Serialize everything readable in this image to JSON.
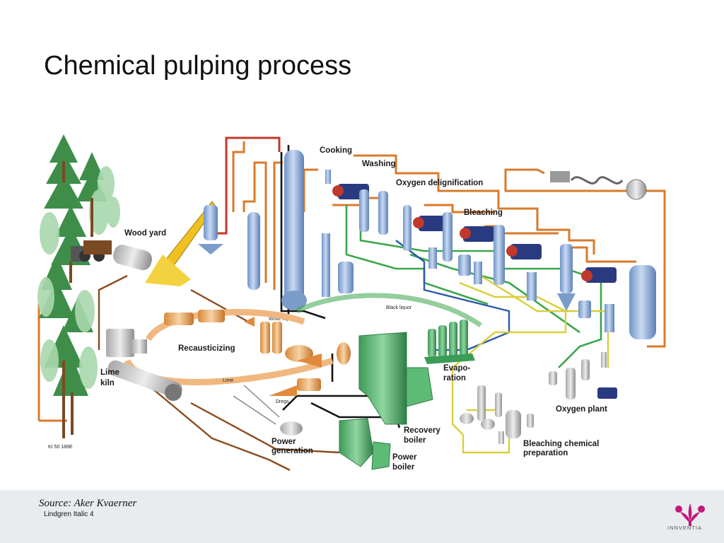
{
  "title": "Chemical pulping process",
  "diagram": {
    "labels": {
      "cooking": "Cooking",
      "washing": "Washing",
      "oxygen_delignification": "Oxygen delignification",
      "bleaching": "Bleaching",
      "wood_yard": "Wood yard",
      "white_liquor": "White liquor",
      "black_liquor": "Black liquor",
      "recausticizing": "Recausticizing",
      "lime_kiln_1": "Lime",
      "lime_kiln_2": "kiln",
      "lime": "Lime",
      "dregs": "Dregs",
      "evaporation_1": "Evapo-",
      "evaporation_2": "ration",
      "oxygen_plant": "Oxygen plant",
      "recovery_boiler_1": "Recovery",
      "recovery_boiler_2": "boiler",
      "power_generation_1": "Power",
      "power_generation_2": "generation",
      "power_boiler_1": "Power",
      "power_boiler_2": "boiler",
      "bleaching_chem_1": "Bleaching chemical",
      "bleaching_chem_2": "preparation",
      "code": "KI 50 186E"
    },
    "colors": {
      "orange": "#d97a2a",
      "red": "#c0392b",
      "black": "#111111",
      "green": "#3aa64a",
      "blue": "#2a5aa8",
      "yellow": "#d8cf3a",
      "brown": "#8a4a1e",
      "vessel": "#8fb0dd",
      "tree": "#3e8e4a"
    }
  },
  "footer": {
    "source": "Source: Aker Kvaerner",
    "author": "Lindgren Italic 4",
    "brand": "INNVENTIA",
    "brand_color": "#c2187a"
  }
}
